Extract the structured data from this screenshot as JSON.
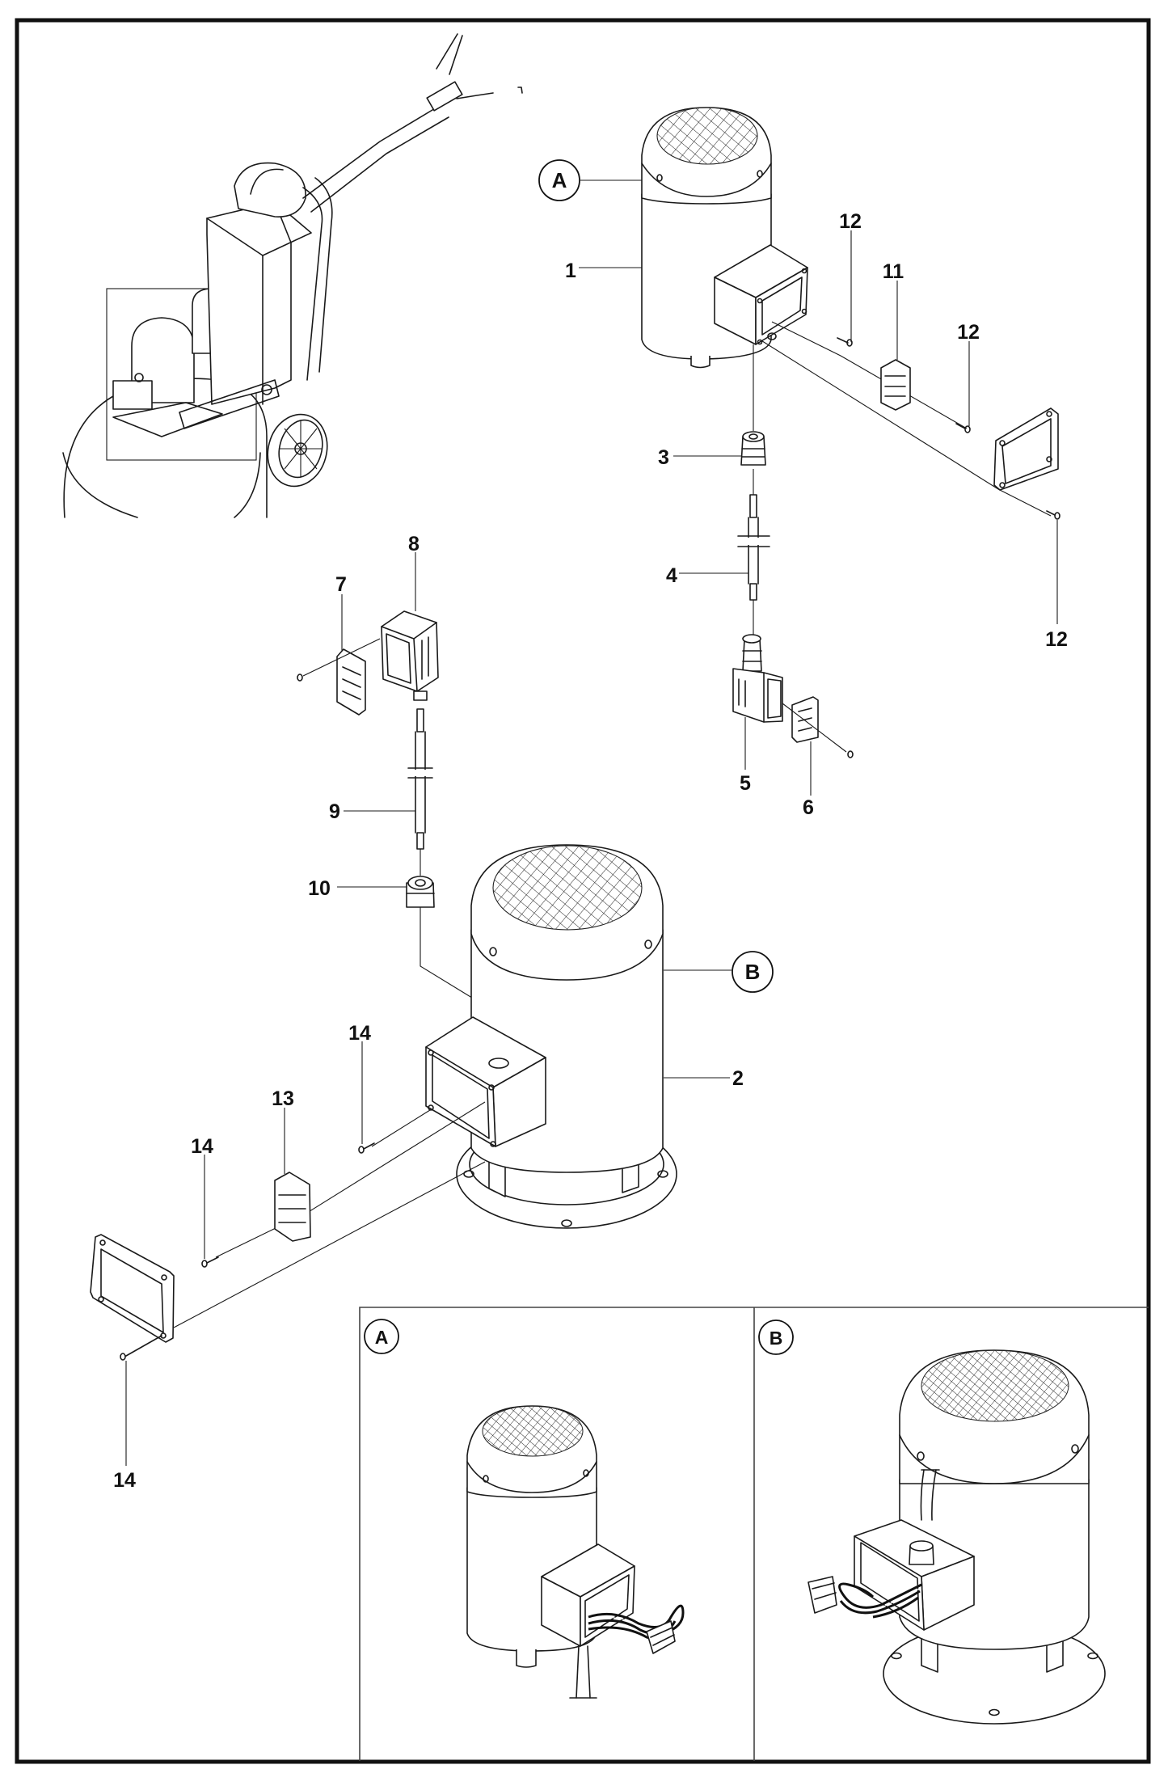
{
  "document": {
    "type": "exploded parts diagram",
    "subject": "floor grinder motor assemblies and electrical connectors"
  },
  "reference_views": [
    {
      "id": "A",
      "label": "A",
      "applies_to_part": "1"
    },
    {
      "id": "B",
      "label": "B",
      "applies_to_part": "2"
    }
  ],
  "callouts": [
    {
      "key": "p1",
      "label": "1"
    },
    {
      "key": "p2",
      "label": "2"
    },
    {
      "key": "p3",
      "label": "3"
    },
    {
      "key": "p4",
      "label": "4"
    },
    {
      "key": "p5",
      "label": "5"
    },
    {
      "key": "p6",
      "label": "6"
    },
    {
      "key": "p7",
      "label": "7"
    },
    {
      "key": "p8",
      "label": "8"
    },
    {
      "key": "p9",
      "label": "9"
    },
    {
      "key": "p10",
      "label": "10"
    },
    {
      "key": "p11",
      "label": "11"
    },
    {
      "key": "p12a",
      "label": "12"
    },
    {
      "key": "p12b",
      "label": "12"
    },
    {
      "key": "p12c",
      "label": "12"
    },
    {
      "key": "p13",
      "label": "13"
    },
    {
      "key": "p14a",
      "label": "14"
    },
    {
      "key": "p14b",
      "label": "14"
    },
    {
      "key": "p14c",
      "label": "14"
    }
  ],
  "labels": {
    "p1": "1",
    "p2": "2",
    "p3": "3",
    "p4": "4",
    "p5": "5",
    "p6": "6",
    "p7": "7",
    "p8": "8",
    "p9": "9",
    "p10": "10",
    "p11": "11",
    "p12a": "12",
    "p12b": "12",
    "p12c": "12",
    "p13": "13",
    "p14a": "14",
    "p14b": "14",
    "p14c": "14",
    "refA": "A",
    "refB": "B",
    "insetA": "A",
    "insetB": "B"
  },
  "insets": [
    {
      "label": "A",
      "description": "Motor 1 terminal box with wiring"
    },
    {
      "label": "B",
      "description": "Motor 2 terminal box with wiring"
    }
  ]
}
